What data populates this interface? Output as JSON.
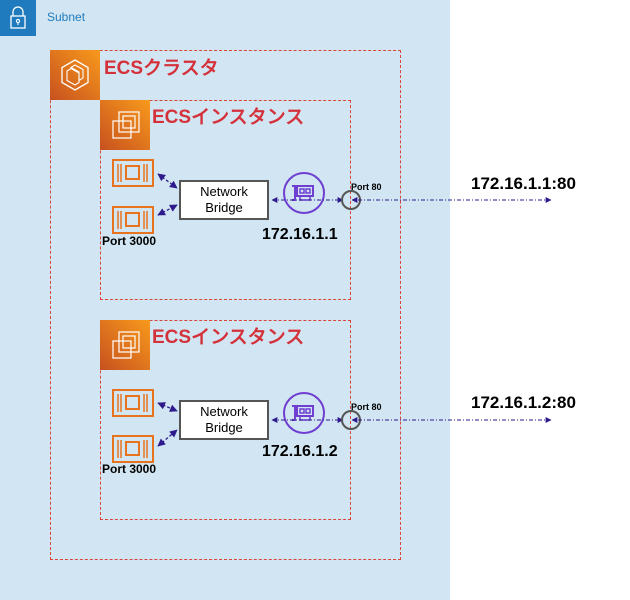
{
  "subnet": {
    "label": "Subnet",
    "icon": "lock-icon"
  },
  "cluster": {
    "title": "ECSクラスタ",
    "icon": "ecs-cluster-icon"
  },
  "instances": [
    {
      "title": "ECSインスタンス",
      "icon": "ec2-instance-icon",
      "bridge_lines": [
        "Network",
        "Bridge"
      ],
      "container_port_label": "Port 3000",
      "eni_ip": "172.16.1.1",
      "host_port_label": "Port 80",
      "external_endpoint": "172.16.1.1:80"
    },
    {
      "title": "ECSインスタンス",
      "icon": "ec2-instance-icon",
      "bridge_lines": [
        "Network",
        "Bridge"
      ],
      "container_port_label": "Port 3000",
      "eni_ip": "172.16.1.2",
      "host_port_label": "Port 80",
      "external_endpoint": "172.16.1.2:80"
    }
  ],
  "colors": {
    "subnet_bg": "#d1e6f2",
    "subnet_accent": "#1f7bbd",
    "dashed_border": "#d9453b",
    "title_red": "#d4313b",
    "orange": "#e8731f",
    "arrow_blue": "#2e1a8c",
    "eni_purple": "#6f3fd1"
  }
}
